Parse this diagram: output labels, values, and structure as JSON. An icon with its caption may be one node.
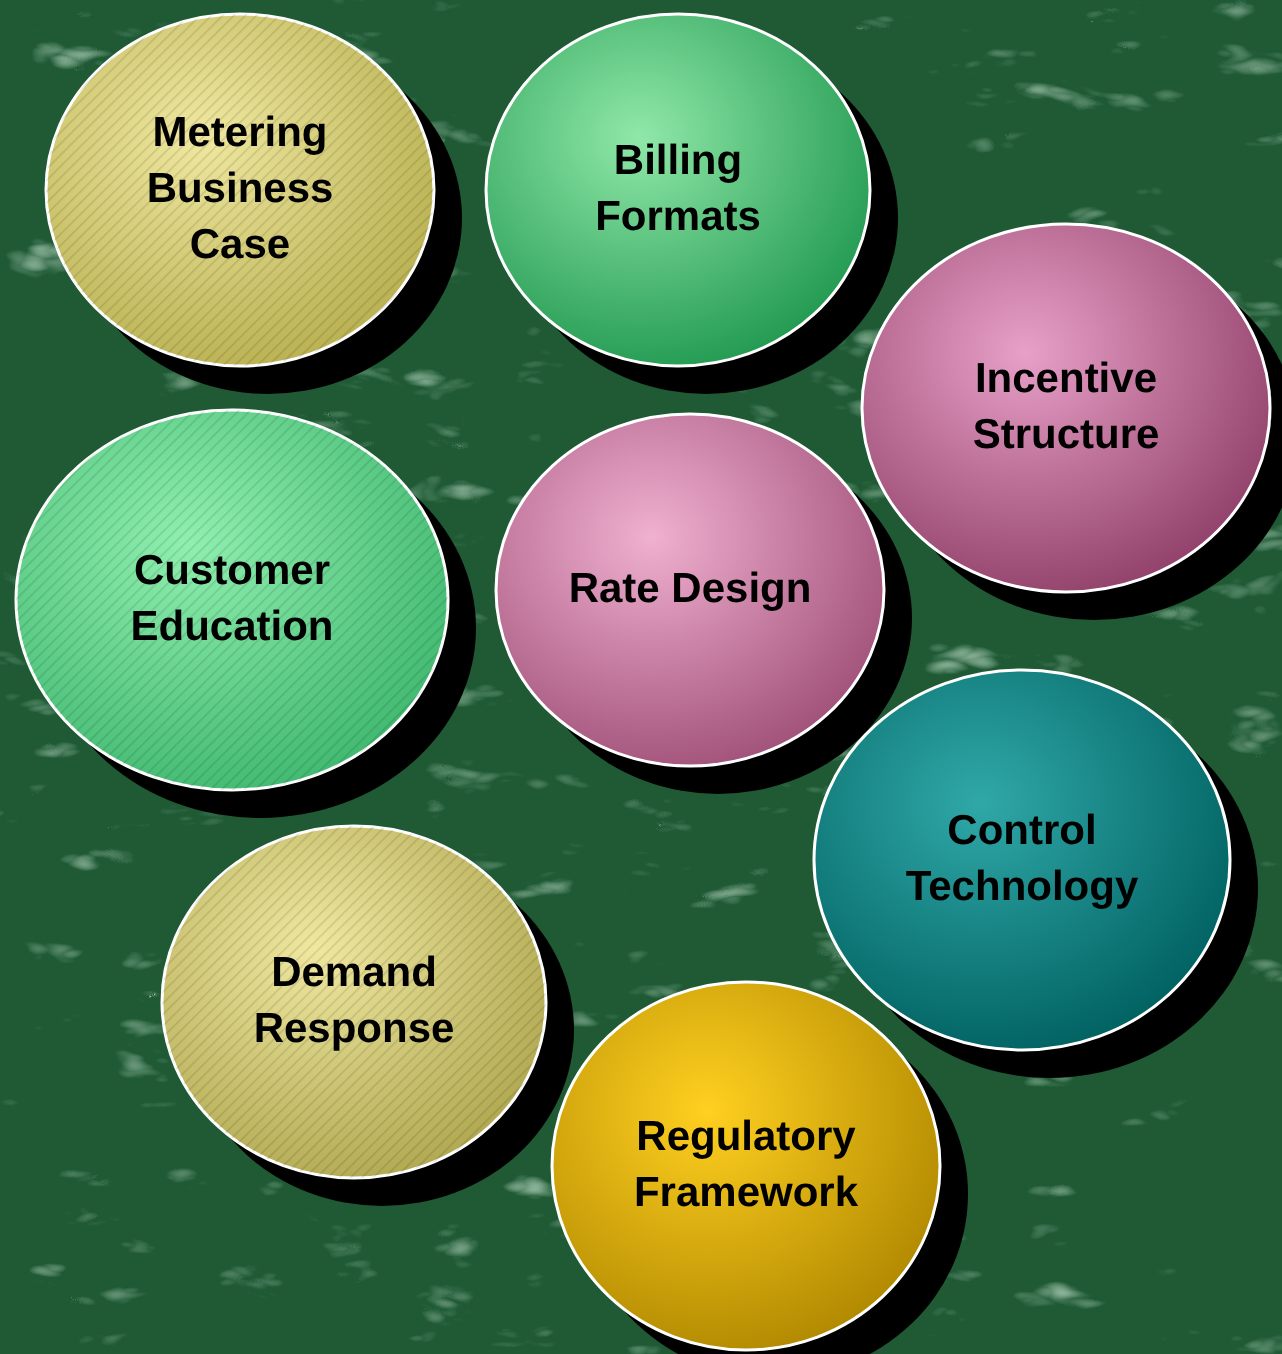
{
  "diagram": {
    "nodes": [
      {
        "text": [
          "Metering Business Case"
        ]
      },
      {
        "text": [
          "Billing Formats"
        ]
      },
      {
        "text": [
          "Incentive Structure"
        ]
      },
      {
        "text": [
          "Customer Education"
        ]
      },
      {
        "text": [
          "Rate Design"
        ]
      },
      {
        "text": [
          "Control Technology"
        ]
      },
      {
        "text": [
          "Demand Response"
        ]
      },
      {
        "text": [
          "Regulatory Framework"
        ]
      }
    ]
  }
}
